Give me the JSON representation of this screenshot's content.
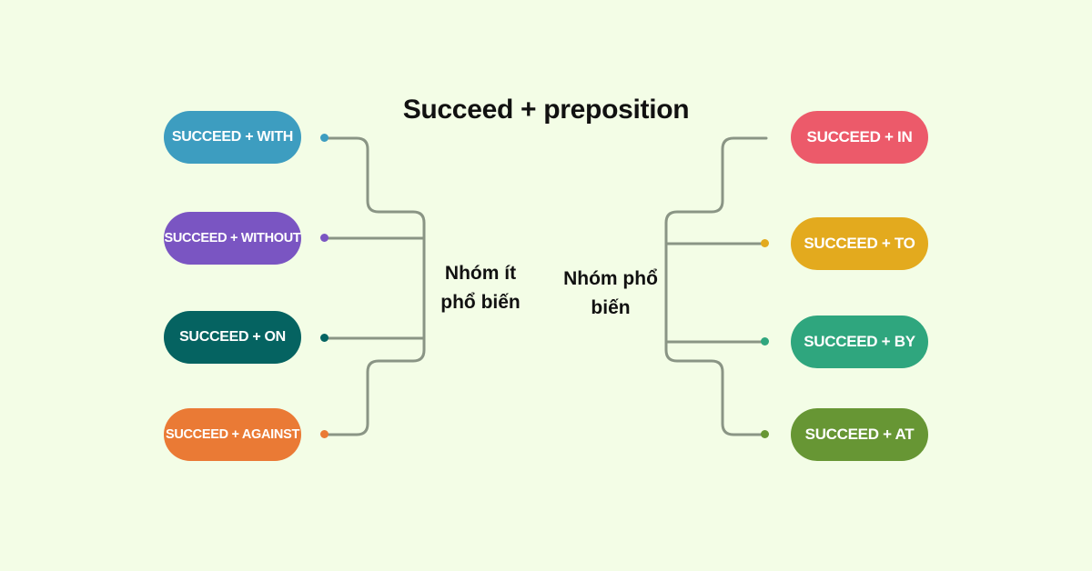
{
  "title": "Succeed + preposition",
  "groups": {
    "left": {
      "label_line1": "Nhóm ít",
      "label_line2": "phổ biến",
      "items": [
        {
          "label": "SUCCEED + WITH",
          "color": "#3d9dc0"
        },
        {
          "label": "SUCCEED + WITHOUT",
          "color": "#7a55c2"
        },
        {
          "label": "SUCCEED + ON",
          "color": "#056361"
        },
        {
          "label": "SUCCEED + AGAINST",
          "color": "#ea7a35"
        }
      ]
    },
    "right": {
      "label_line1": "Nhóm phổ",
      "label_line2": "biến",
      "items": [
        {
          "label": "SUCCEED + IN",
          "color": "#ec5a6a"
        },
        {
          "label": "SUCCEED + TO",
          "color": "#e3aa1e"
        },
        {
          "label": "SUCCEED + BY",
          "color": "#2fa67e"
        },
        {
          "label": "SUCCEED + AT",
          "color": "#679634"
        }
      ]
    }
  },
  "connector_color": "#8a9585"
}
